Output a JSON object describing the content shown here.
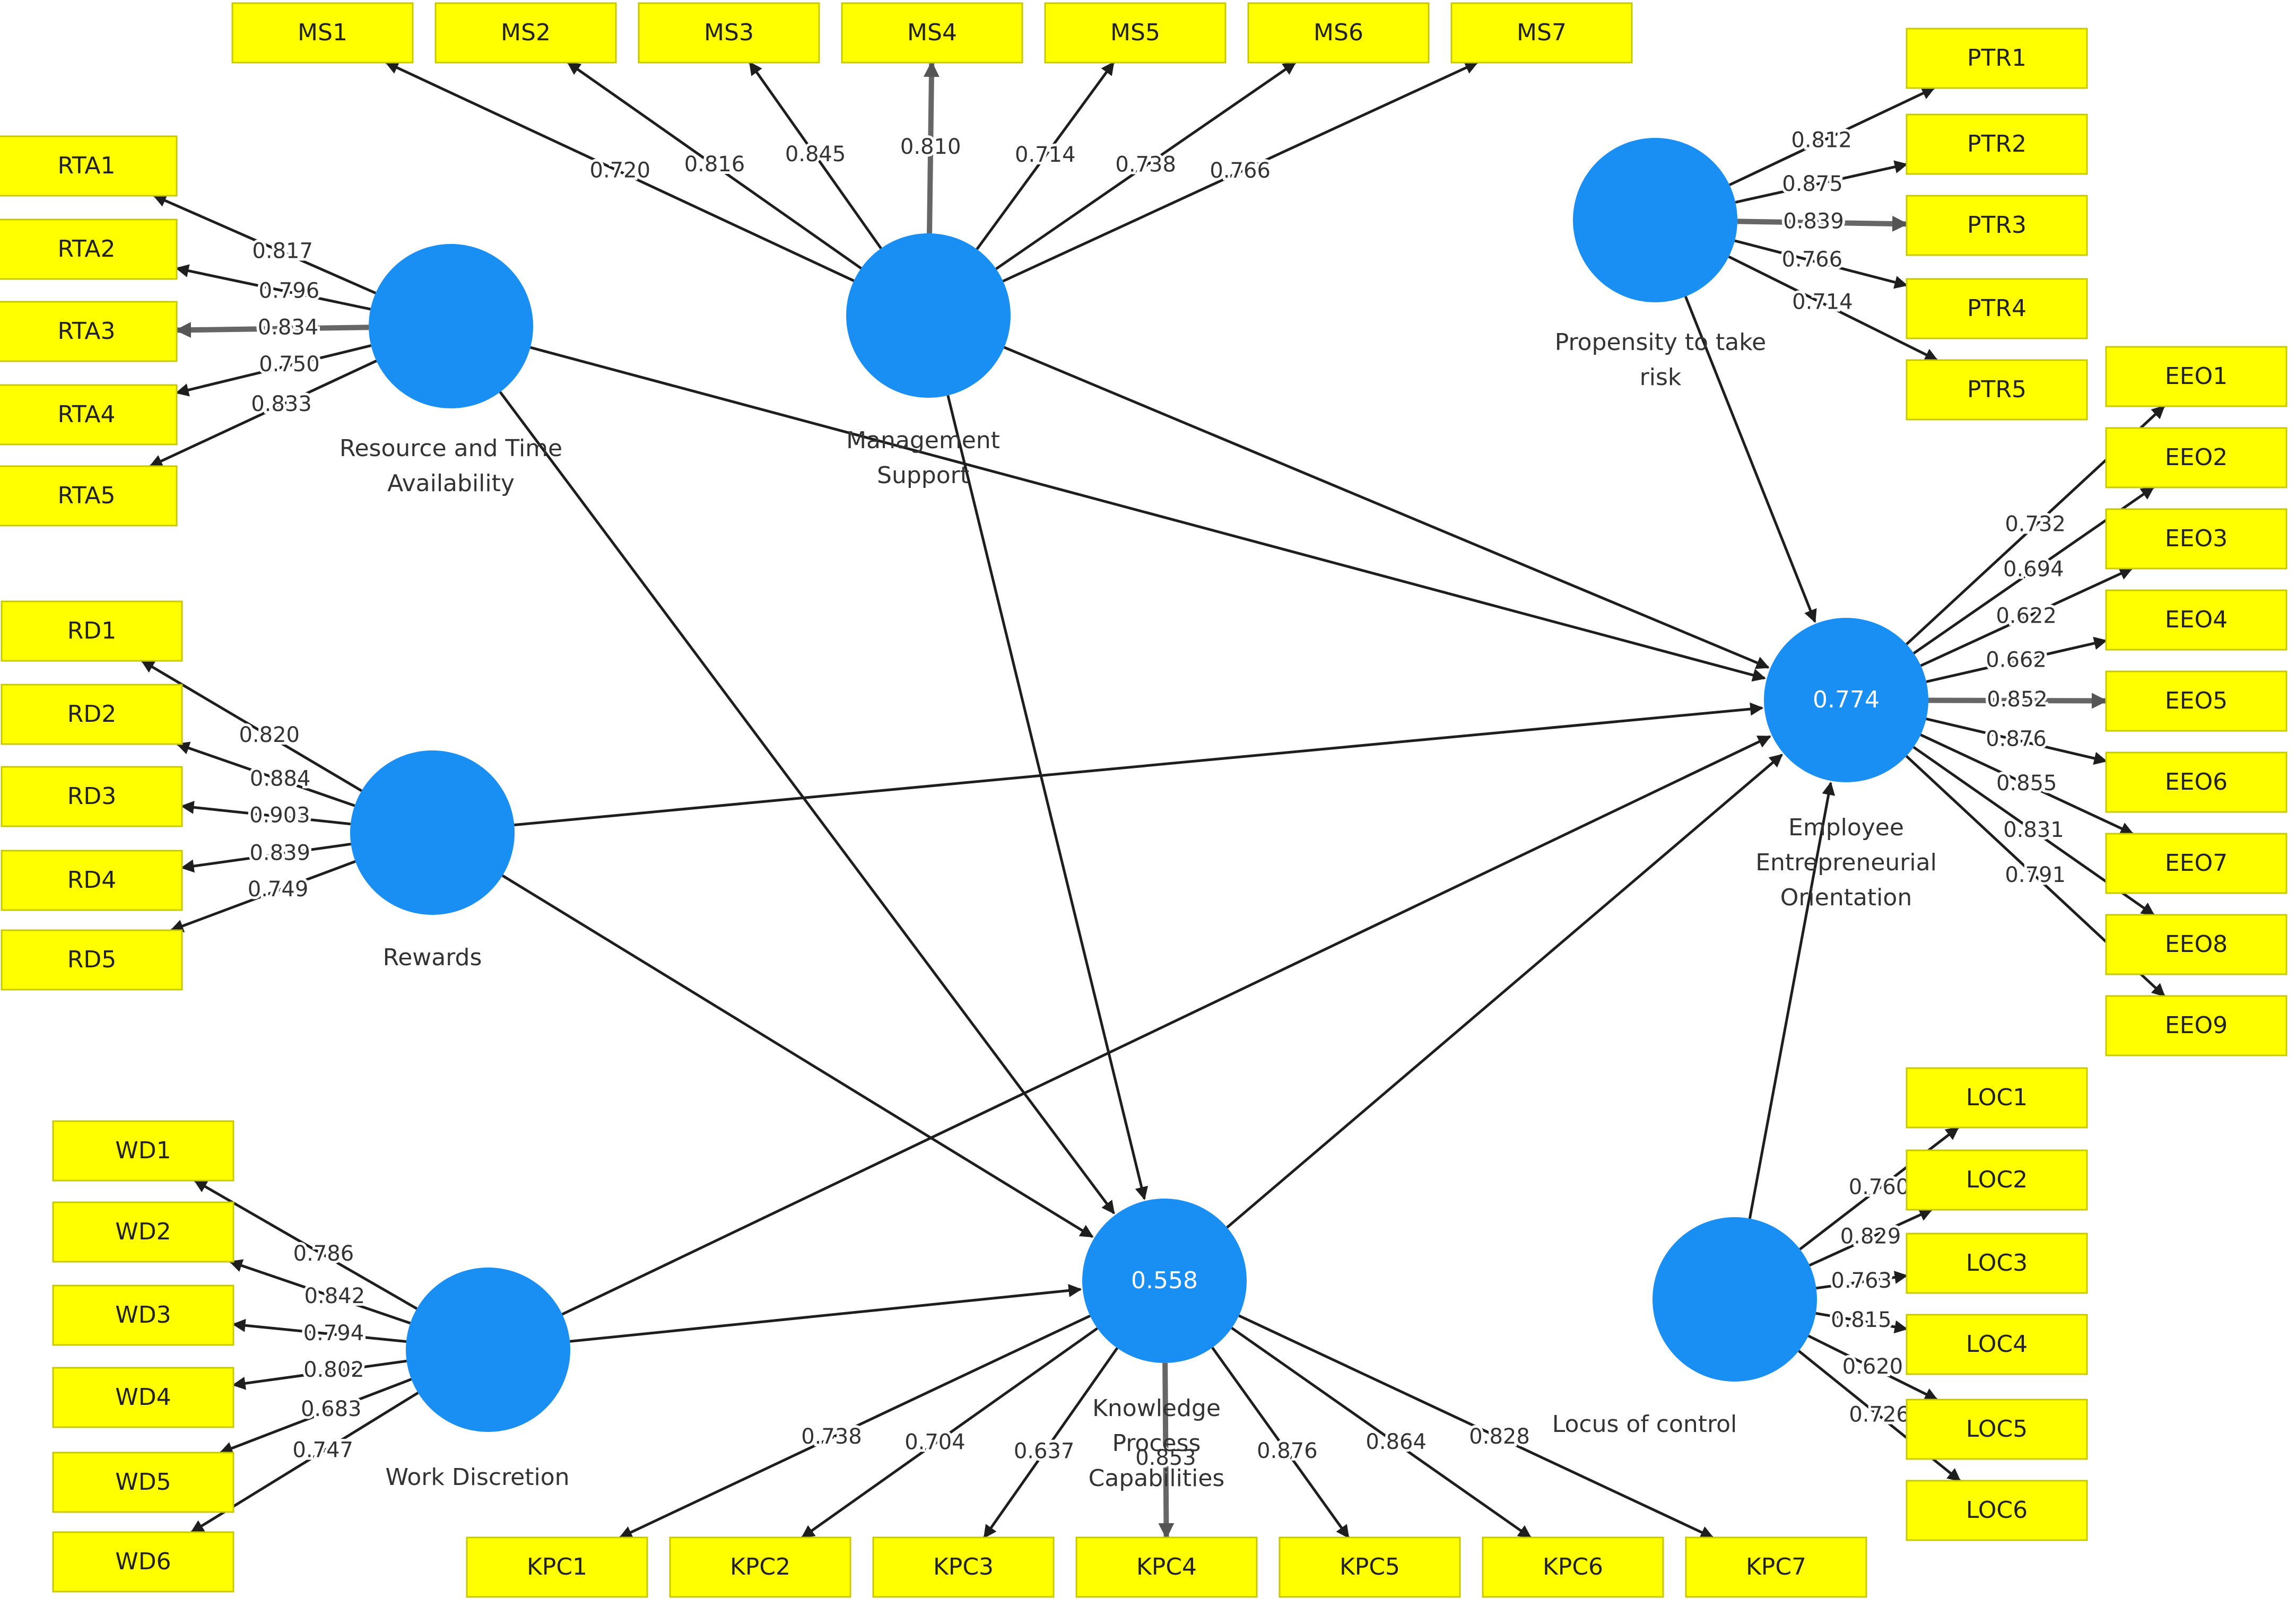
{
  "constructs": [
    {
      "id": "RTA",
      "caption": [
        "Resource and Time",
        "Availability"
      ],
      "inner": ""
    },
    {
      "id": "MS",
      "caption": [
        "Management",
        "Support"
      ],
      "inner": ""
    },
    {
      "id": "PTR",
      "caption": [
        "Propensity to take",
        "risk"
      ],
      "inner": ""
    },
    {
      "id": "RD",
      "caption": [
        "Rewards"
      ],
      "inner": ""
    },
    {
      "id": "EEO",
      "caption": [
        "Employee",
        "Entrepreneurial",
        "Orientation"
      ],
      "inner": "0.774"
    },
    {
      "id": "WD",
      "caption": [
        "Work Discretion"
      ],
      "inner": ""
    },
    {
      "id": "KPC",
      "caption": [
        "Knowledge",
        "Process",
        "Capabilities"
      ],
      "inner": "0.558"
    },
    {
      "id": "LOC",
      "caption": [
        "Locus of control"
      ],
      "inner": ""
    }
  ],
  "indicators": {
    "MS": [
      "MS1",
      "MS2",
      "MS3",
      "MS4",
      "MS5",
      "MS6",
      "MS7"
    ],
    "RTA": [
      "RTA1",
      "RTA2",
      "RTA3",
      "RTA4",
      "RTA5"
    ],
    "RD": [
      "RD1",
      "RD2",
      "RD3",
      "RD4",
      "RD5"
    ],
    "WD": [
      "WD1",
      "WD2",
      "WD3",
      "WD4",
      "WD5",
      "WD6"
    ],
    "KPC": [
      "KPC1",
      "KPC2",
      "KPC3",
      "KPC4",
      "KPC5",
      "KPC6",
      "KPC7"
    ],
    "PTR": [
      "PTR1",
      "PTR2",
      "PTR3",
      "PTR4",
      "PTR5"
    ],
    "EEO": [
      "EEO1",
      "EEO2",
      "EEO3",
      "EEO4",
      "EEO5",
      "EEO6",
      "EEO7",
      "EEO8",
      "EEO9"
    ],
    "LOC": [
      "LOC1",
      "LOC2",
      "LOC3",
      "LOC4",
      "LOC5",
      "LOC6"
    ]
  },
  "loadings": {
    "MS": [
      "0.720",
      "0.816",
      "0.845",
      "0.810",
      "0.714",
      "0.738",
      "0.766"
    ],
    "RTA": [
      "0.817",
      "0.796",
      "0.834",
      "0.750",
      "0.833"
    ],
    "RD": [
      "0.820",
      "0.884",
      "0.903",
      "0.839",
      "0.749"
    ],
    "WD": [
      "0.786",
      "0.842",
      "0.794",
      "0.802",
      "0.683",
      "0.747"
    ],
    "KPC": [
      "0.738",
      "0.704",
      "0.637",
      "0.853",
      "0.876",
      "0.864",
      "0.828"
    ],
    "PTR": [
      "0.812",
      "0.875",
      "0.839",
      "0.766",
      "0.714"
    ],
    "EEO": [
      "0.732",
      "0.694",
      "0.622",
      "0.662",
      "0.852",
      "0.876",
      "0.855",
      "0.831",
      "0.791"
    ],
    "LOC": [
      "0.760",
      "0.829",
      "0.763",
      "0.815",
      "0.620",
      "0.726"
    ]
  },
  "paths": [
    {
      "from": "RTA",
      "to": "EEO"
    },
    {
      "from": "RTA",
      "to": "KPC"
    },
    {
      "from": "MS",
      "to": "EEO"
    },
    {
      "from": "MS",
      "to": "KPC"
    },
    {
      "from": "PTR",
      "to": "EEO"
    },
    {
      "from": "RD",
      "to": "EEO"
    },
    {
      "from": "RD",
      "to": "KPC"
    },
    {
      "from": "WD",
      "to": "EEO"
    },
    {
      "from": "WD",
      "to": "KPC"
    },
    {
      "from": "KPC",
      "to": "EEO"
    },
    {
      "from": "LOC",
      "to": "EEO"
    }
  ],
  "colors": {
    "construct": "#1a8ff3",
    "indicator": "#ffff00",
    "edge": "#1e1e1e"
  }
}
